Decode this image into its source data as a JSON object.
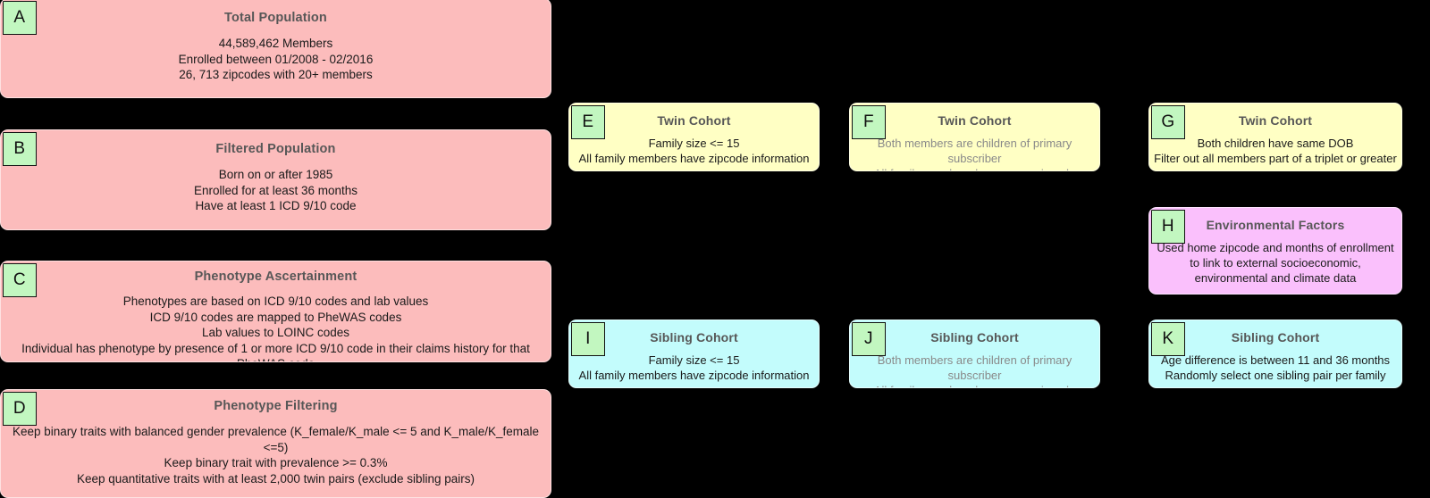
{
  "figure": {
    "background_color": "#000000",
    "badge_color": "#c2f7c0",
    "title_color": "#575757",
    "muted_text_color": "#8a8a8a"
  },
  "cards": {
    "a": {
      "letter": "A",
      "title": "Total Population",
      "body": "44,589,462 Members\nEnrolled between 01/2008 - 02/2016\n26, 713 zipcodes with 20+ members",
      "color": "#fcbcbc",
      "color_name": "pink"
    },
    "b": {
      "letter": "B",
      "title": "Filtered Population",
      "body": "Born on or after 1985\nEnrolled for at least 36 months\nHave at least 1 ICD 9/10 code",
      "color": "#fcbcbc",
      "color_name": "pink"
    },
    "c": {
      "letter": "C",
      "title": "Phenotype Ascertainment",
      "body": "Phenotypes are based on ICD 9/10 codes and lab values\nICD 9/10 codes are mapped to PheWAS codes\nLab values to LOINC codes\nIndividual has phenotype by presence of 1 or more ICD 9/10 code in their claims history for that PheWAS code",
      "color": "#fcbcbc",
      "color_name": "pink"
    },
    "d": {
      "letter": "D",
      "title": "Phenotype Filtering",
      "body": "Keep binary traits with balanced gender prevalence (K_female/K_male <= 5 and K_male/K_female <=5)\nKeep binary trait with prevalence >= 0.3%\nKeep quantitative traits with at least 2,000 twin pairs (exclude sibling pairs)",
      "color": "#fcbcbc",
      "color_name": "pink"
    },
    "e": {
      "letter": "E",
      "title": "Twin Cohort",
      "body": "Family size <= 15\nAll family members have zipcode information",
      "color": "#ffffc4",
      "color_name": "yellow"
    },
    "f": {
      "letter": "F",
      "title": "Twin Cohort",
      "body": "Both members are children of primary subscriber\nAll family members have same zipcode",
      "color": "#ffffc4",
      "color_name": "yellow",
      "body_muted": true
    },
    "g": {
      "letter": "G",
      "title": "Twin Cohort",
      "body": "Both children have same DOB\nFilter out all members part of a triplet or greater",
      "color": "#ffffc4",
      "color_name": "yellow"
    },
    "h": {
      "letter": "H",
      "title": "Environmental Factors",
      "body": "Used home zipcode and months of enrollment to link to external socioeconomic, environmental and climate data",
      "color": "#fac0fc",
      "color_name": "violet"
    },
    "i": {
      "letter": "I",
      "title": "Sibling Cohort",
      "body": "Family size <= 15\nAll family members have zipcode information",
      "color": "#c3fcfc",
      "color_name": "cyan"
    },
    "j": {
      "letter": "J",
      "title": "Sibling Cohort",
      "body": "Both members are children of primary subscriber\nAll family members have same zipcode",
      "color": "#c3fcfc",
      "color_name": "cyan",
      "body_muted": true
    },
    "k": {
      "letter": "K",
      "title": "Sibling Cohort",
      "body": "Age difference is between 11 and 36 months\nRandomly select one sibling pair per family",
      "color": "#c3fcfc",
      "color_name": "cyan"
    }
  }
}
